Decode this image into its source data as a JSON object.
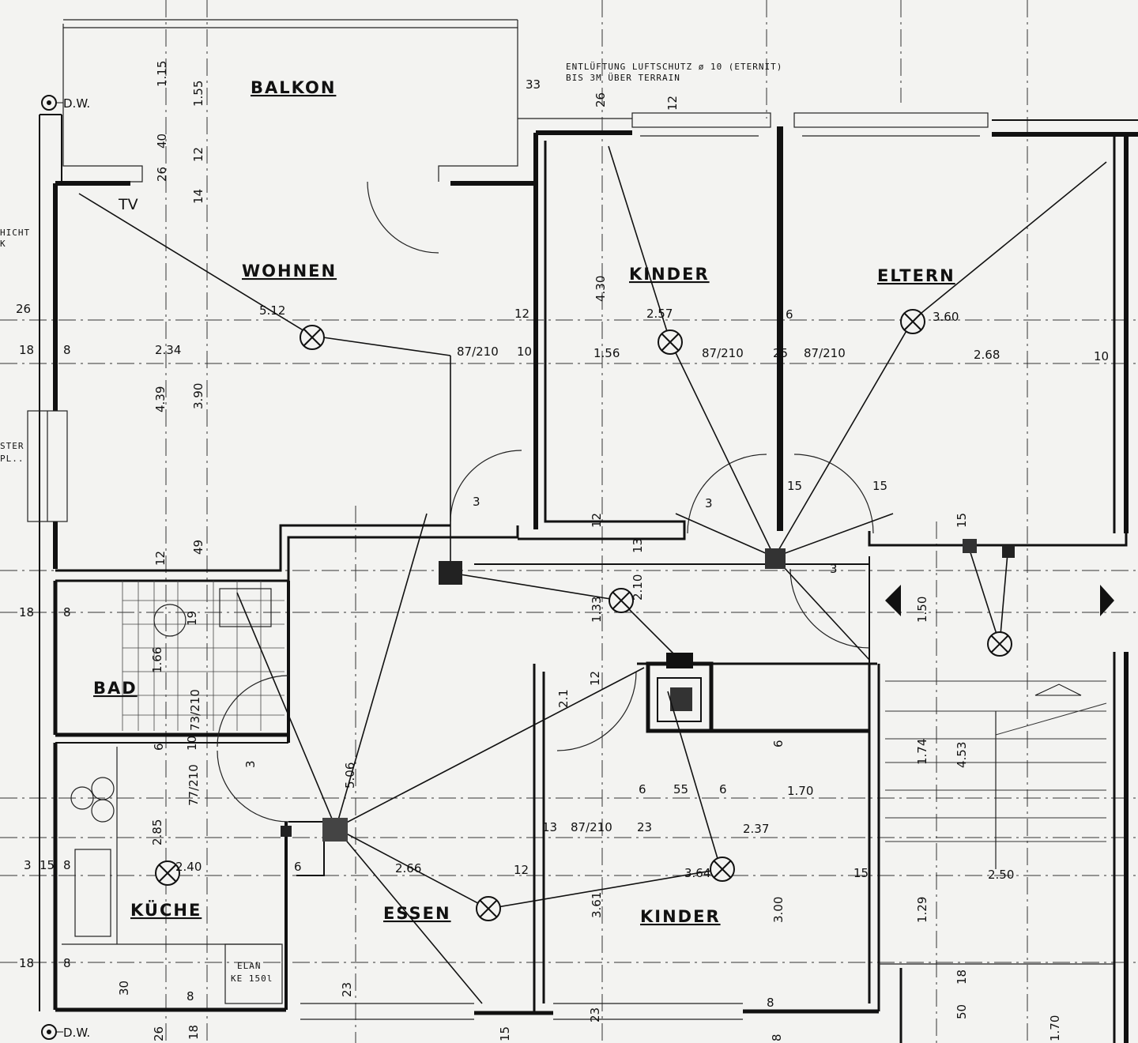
{
  "rooms": {
    "balkon": "BALKON",
    "wohnen": "WOHNEN",
    "kinder_top": "KINDER",
    "eltern": "ELTERN",
    "bad": "BAD",
    "kueche": "KÜCHE",
    "essen": "ESSEN",
    "kinder_bottom": "KINDER"
  },
  "notes": {
    "entlueftung_1": "ENTLÜFTUNG LUFTSCHUTZ ø 10 (ETERNIT)",
    "entlueftung_2": "BIS 3M ÜBER TERRAIN",
    "dw_top": "D.W.",
    "dw_bottom": "D.W.",
    "tv": "TV",
    "elan_1": "ELAN",
    "elan_2": "KE 150l",
    "edge_1": "HICHT",
    "edge_2": "K",
    "edge_3": "STER",
    "edge_4": "PL.."
  },
  "dimensions": {
    "d_1_15": "1.15",
    "d_1_55": "1.55",
    "d_40": "40",
    "d_12_a": "12",
    "d_26_a": "26",
    "d_14": "14",
    "d_33": "33",
    "d_26_b": "26",
    "d_12_b": "12",
    "d_5_12": "5.12",
    "d_2_57": "2.57",
    "d_3_60": "3.60",
    "d_26_left": "26",
    "d_18_a": "18",
    "d_8_a": "8",
    "d_2_34": "2.34",
    "d_87_210_a": "87/210",
    "d_10_a": "10",
    "d_1_56": "1.56",
    "d_87_210_b": "87/210",
    "d_25": "25",
    "d_87_210_c": "87/210",
    "d_2_68": "2.68",
    "d_10_b": "10",
    "d_12_c": "12",
    "d_6_a": "6",
    "d_4_30": "4.30",
    "d_4_39": "4.39",
    "d_3_90": "3.90",
    "d_15_a": "15",
    "d_15_b": "15",
    "d_3_a": "3",
    "d_3_b": "3",
    "d_12_d": "12",
    "d_49": "49",
    "d_12_e": "12",
    "d_13_a": "13",
    "d_15_c": "15",
    "d_1_33": "1.33",
    "d_2_10": "2.10",
    "d_3_c": "3",
    "d_1_50": "1.50",
    "d_18_b": "18",
    "d_8_b": "8",
    "d_19": "19",
    "d_1_66": "1.66",
    "d_73_210": "73/210",
    "d_12_f": "12",
    "d_2_1": "2.1",
    "d_6_b": "6",
    "d_6_c": "6",
    "d_10_c": "10",
    "d_77_210": "77/210",
    "d_3_d": "3",
    "d_5_06": "5.06",
    "d_6_d": "6",
    "d_55": "55",
    "d_6_e": "6",
    "d_1_70_a": "1.70",
    "d_1_74": "1.74",
    "d_4_53": "4.53",
    "d_2_85": "2.85",
    "d_13_b": "13",
    "d_87_210_d": "87/210",
    "d_23_a": "23",
    "d_2_37": "2.37",
    "d_3_15": "3",
    "d_15_d": "15",
    "d_8_c": "8",
    "d_2_40": "2.40",
    "d_6_f": "6",
    "d_2_66": "2.66",
    "d_12_g": "12",
    "d_3_64": "3.64",
    "d_15_e": "15",
    "d_2_50": "2.50",
    "d_3_61": "3.61",
    "d_3_00": "3.00",
    "d_1_29": "1.29",
    "d_18_c": "18",
    "d_8_d": "8",
    "d_30": "30",
    "d_8_e": "8",
    "d_23_b": "23",
    "d_18_d": "18",
    "d_8_f": "8",
    "d_50": "50",
    "d_23_c": "23",
    "d_26_c": "26",
    "d_18_e": "18",
    "d_15_f": "15",
    "d_8_g": "8",
    "d_1_70_b": "1.70"
  }
}
